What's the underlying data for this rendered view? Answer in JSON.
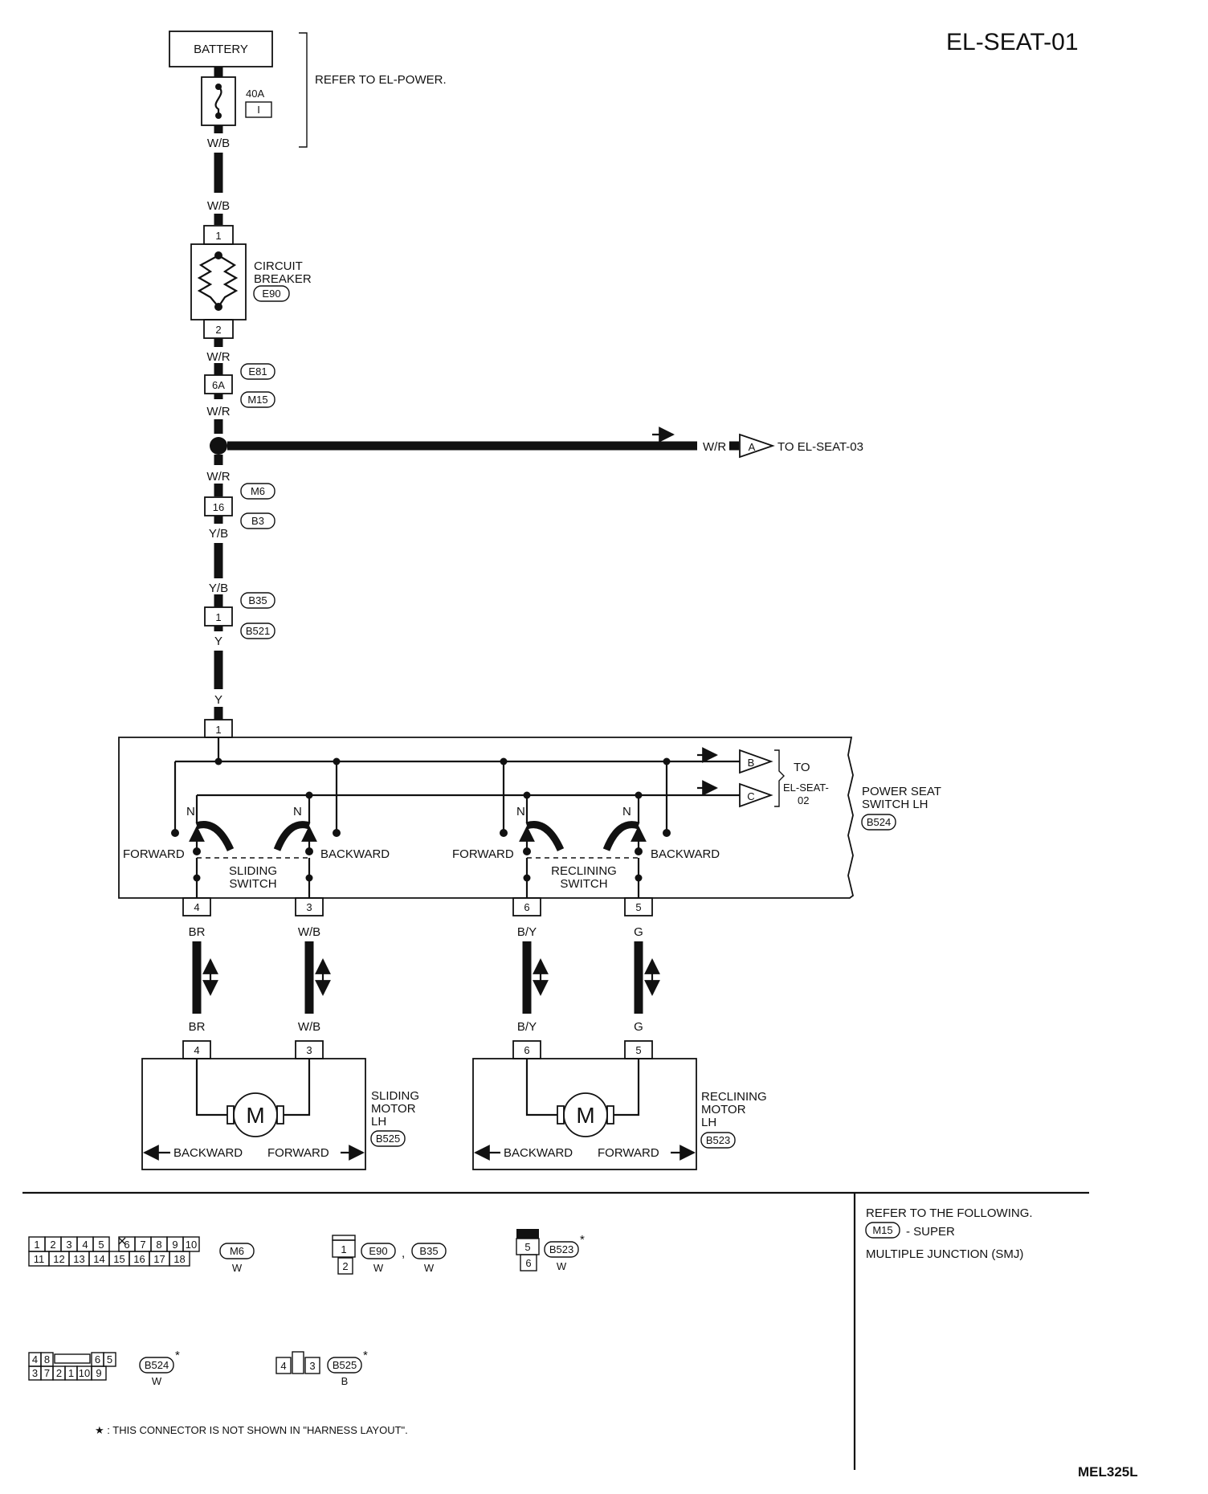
{
  "header": {
    "page_code": "EL-SEAT-01",
    "figure_code": "MEL325L"
  },
  "power": {
    "battery": "BATTERY",
    "fuse_rating": "40A",
    "fuse_letter": "I",
    "refer_note": "REFER TO EL-POWER.",
    "circuit_breaker_line1": "CIRCUIT",
    "circuit_breaker_line2": "BREAKER",
    "circuit_breaker_conn": "E90"
  },
  "wires": {
    "wb": "W/B",
    "wr": "W/R",
    "yb": "Y/B",
    "y": "Y",
    "br": "BR",
    "by": "B/Y",
    "g": "G"
  },
  "pins": {
    "p1": "1",
    "p2": "2",
    "p3": "3",
    "p4": "4",
    "p5": "5",
    "p6": "6",
    "p6a": "6A",
    "p16": "16"
  },
  "connectors": {
    "e81": "E81",
    "m15": "M15",
    "m6": "M6",
    "b3": "B3",
    "b35": "B35",
    "b521": "B521",
    "b524": "B524",
    "b525": "B525",
    "b523": "B523"
  },
  "branch": {
    "letter_a": "A",
    "to_el_seat_03": "TO EL-SEAT-03"
  },
  "switch_unit": {
    "label_line1": "POWER SEAT",
    "label_line2": "SWITCH LH",
    "connector": "B524",
    "letter_b": "B",
    "letter_c": "C",
    "to_line1": "TO",
    "to_line2": "EL-SEAT-",
    "to_line3": "02",
    "n": "N",
    "forward": "FORWARD",
    "backward": "BACKWARD",
    "sliding_line1": "SLIDING",
    "sliding_line2": "SWITCH",
    "reclining_line1": "RECLINING",
    "reclining_line2": "SWITCH"
  },
  "motors": {
    "m_symbol": "M",
    "sliding_line1": "SLIDING",
    "sliding_line2": "MOTOR",
    "sliding_line3": "LH",
    "sliding_conn": "B525",
    "reclining_line1": "RECLINING",
    "reclining_line2": "MOTOR",
    "reclining_line3": "LH",
    "reclining_conn": "B523",
    "backward": "BACKWARD",
    "forward": "FORWARD"
  },
  "legend": {
    "m6_top": [
      "1",
      "2",
      "3",
      "4",
      "5",
      "6",
      "7",
      "8",
      "9",
      "10"
    ],
    "m6_bottom": [
      "11",
      "12",
      "13",
      "14",
      "15",
      "16",
      "17",
      "18"
    ],
    "m6_code": "M6",
    "m6_color": "W",
    "e90_code": "E90",
    "e90_color": "W",
    "b35_code": "B35",
    "b35_color": "W",
    "comma": ",",
    "b523_code": "B523",
    "b523_color": "W",
    "b524_top": [
      "4",
      "8",
      "6",
      "5"
    ],
    "b524_bottom": [
      "3",
      "7",
      "2",
      "1",
      "10",
      "9"
    ],
    "b524_code": "B524",
    "b524_color": "W",
    "b525_code": "B525",
    "b525_color": "B",
    "star": "*",
    "footnote": "★ : THIS CONNECTOR IS NOT SHOWN IN \"HARNESS LAYOUT\".",
    "refer_line1": "REFER TO THE FOLLOWING.",
    "refer_conn": "M15",
    "refer_line2": "- SUPER",
    "refer_line3": "MULTIPLE JUNCTION (SMJ)"
  }
}
